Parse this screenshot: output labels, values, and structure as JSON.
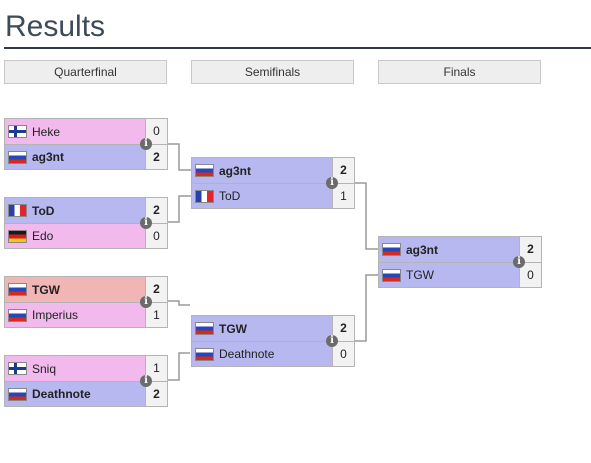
{
  "page": {
    "title": "Results"
  },
  "rounds": [
    {
      "label": "Quarterfinal"
    },
    {
      "label": "Semifinals"
    },
    {
      "label": "Finals"
    }
  ],
  "matches": {
    "qf1": {
      "top": {
        "name": "Heke",
        "flag": "finland-flag-icon",
        "score": "0"
      },
      "bot": {
        "name": "ag3nt",
        "flag": "russia-flag-icon",
        "score": "2"
      }
    },
    "qf2": {
      "top": {
        "name": "ToD",
        "flag": "france-flag-icon",
        "score": "2"
      },
      "bot": {
        "name": "Edo",
        "flag": "germany-flag-icon",
        "score": "0"
      }
    },
    "qf3": {
      "top": {
        "name": "TGW",
        "flag": "russia-flag-icon",
        "score": "2"
      },
      "bot": {
        "name": "Imperius",
        "flag": "russia-flag-icon",
        "score": "1"
      }
    },
    "qf4": {
      "top": {
        "name": "Sniq",
        "flag": "finland-flag-icon",
        "score": "1"
      },
      "bot": {
        "name": "Deathnote",
        "flag": "russia-flag-icon",
        "score": "2"
      }
    },
    "sf1": {
      "top": {
        "name": "ag3nt",
        "flag": "russia-flag-icon",
        "score": "2"
      },
      "bot": {
        "name": "ToD",
        "flag": "france-flag-icon",
        "score": "1"
      }
    },
    "sf2": {
      "top": {
        "name": "TGW",
        "flag": "russia-flag-icon",
        "score": "2"
      },
      "bot": {
        "name": "Deathnote",
        "flag": "russia-flag-icon",
        "score": "0"
      }
    },
    "final": {
      "top": {
        "name": "ag3nt",
        "flag": "russia-flag-icon",
        "score": "2"
      },
      "bot": {
        "name": "TGW",
        "flag": "russia-flag-icon",
        "score": "0"
      }
    }
  },
  "icons": {
    "info": "i"
  },
  "colors": {
    "winner_slot": "#b7b8f0",
    "loser_slot": "#f1b9ec",
    "highlight_slot": "#f1b5b5",
    "connector": "#9a9a9a",
    "title_rule": "#2f3b48"
  }
}
